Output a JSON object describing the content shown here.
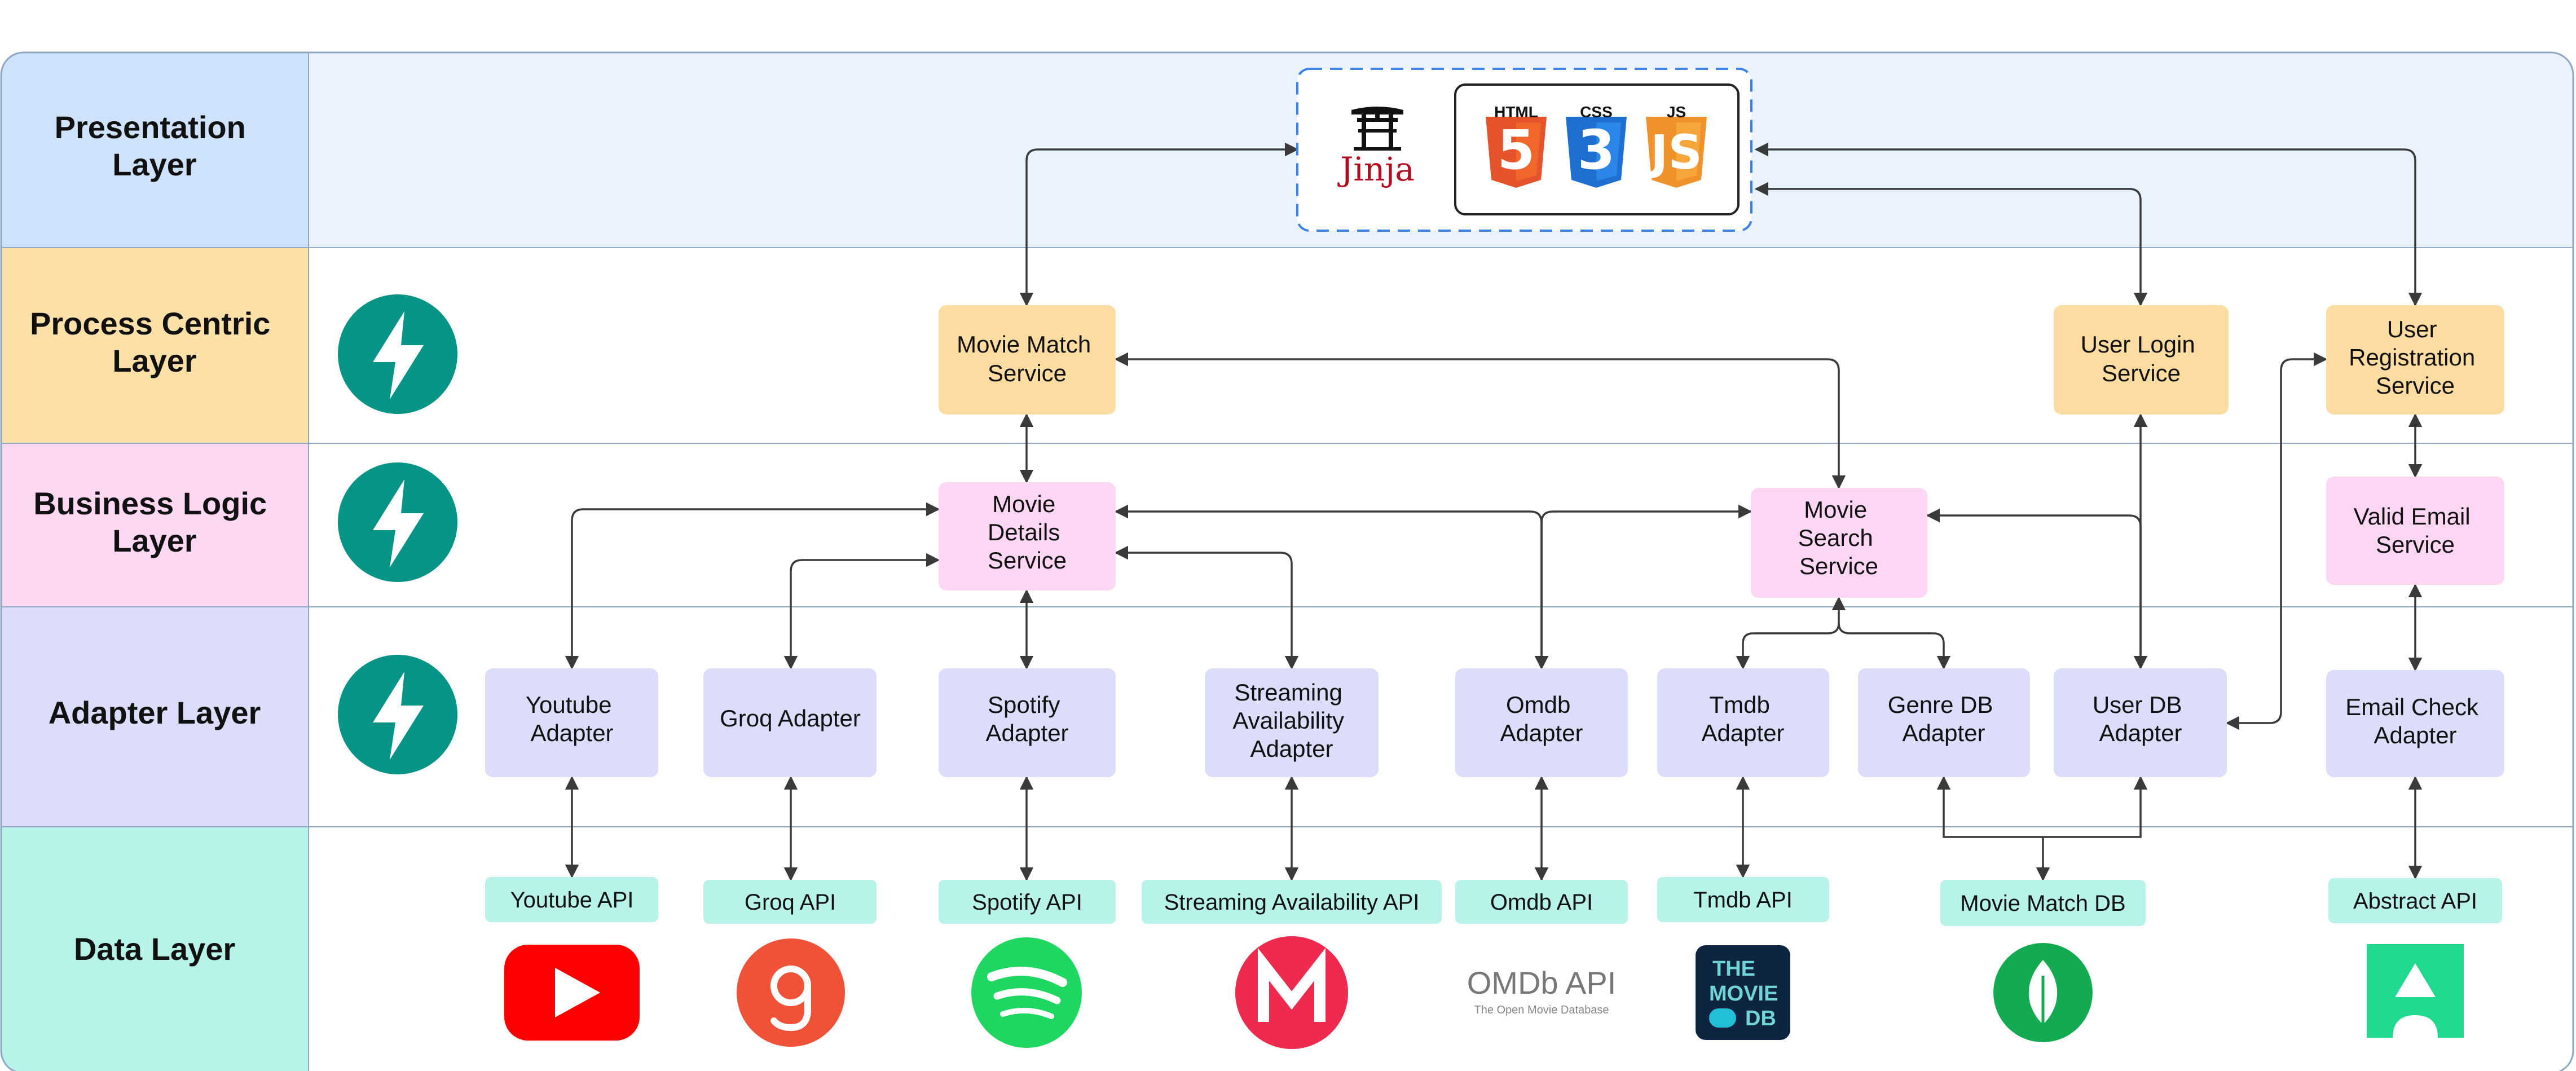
{
  "layers": [
    {
      "id": "presentation",
      "label": "Presentation Layer",
      "lines": [
        "Presentation",
        "Layer"
      ],
      "band_color": "#eaf3fd",
      "label_color": "#cfe2fc"
    },
    {
      "id": "process",
      "label": "Process Centric Layer",
      "lines": [
        "Process Centric",
        "Layer"
      ],
      "band_color": "#ffffff",
      "label_color": "#fde0a8"
    },
    {
      "id": "business",
      "label": "Business Logic Layer",
      "lines": [
        "Business Logic",
        "Layer"
      ],
      "band_color": "#ffffff",
      "label_color": "#fdd8f3"
    },
    {
      "id": "adapter",
      "label": "Adapter Layer",
      "lines": [
        "Adapter Layer"
      ],
      "band_color": "#ffffff",
      "label_color": "#dcdcfb"
    },
    {
      "id": "data",
      "label": "Data Layer",
      "lines": [
        "Data Layer"
      ],
      "band_color": "#ffffff",
      "label_color": "#b8f3ea"
    }
  ],
  "process_boxes": {
    "movie_match": [
      "Movie Match",
      "Service"
    ],
    "user_login": [
      "User Login",
      "Service"
    ],
    "user_registration": [
      "User",
      "Registration",
      "Service"
    ]
  },
  "business_boxes": {
    "movie_details": [
      "Movie",
      "Details",
      "Service"
    ],
    "movie_search": [
      "Movie",
      "Search",
      "Service"
    ],
    "valid_email": [
      "Valid Email",
      "Service"
    ]
  },
  "adapter_boxes": {
    "youtube": [
      "Youtube",
      "Adapter"
    ],
    "groq": [
      "Groq Adapter"
    ],
    "spotify": [
      "Spotify",
      "Adapter"
    ],
    "streaming": [
      "Streaming",
      "Availability",
      "Adapter"
    ],
    "omdb": [
      "Omdb",
      "Adapter"
    ],
    "tmdb": [
      "Tmdb",
      "Adapter"
    ],
    "genre_db": [
      "Genre DB",
      "Adapter"
    ],
    "user_db": [
      "User DB",
      "Adapter"
    ],
    "email_check": [
      "Email Check",
      "Adapter"
    ]
  },
  "data_labels": {
    "youtube_api": "Youtube API",
    "groq_api": "Groq API",
    "spotify_api": "Spotify API",
    "streaming_api": "Streaming Availability API",
    "omdb_api": "Omdb API",
    "tmdb_api": "Tmdb API",
    "movie_match_db": "Movie Match DB",
    "abstract_api": "Abstract API"
  },
  "presentation_logos": {
    "jinja": "Jinja",
    "html": "HTML",
    "css": "CSS",
    "js": "JS"
  },
  "data_logos": {
    "omdb_title": "OMDb API",
    "omdb_subtitle": "The Open Movie Database",
    "tmdb_lines": [
      "THE",
      "MOVIE",
      "DB"
    ]
  },
  "colors": {
    "process_box": "#fcdca0",
    "business_box": "#fcd6f2",
    "adapter_box": "#dcdcfb",
    "data_box": "#b8f3ea",
    "fastapi": "#059486",
    "dashed_border": "#3b82e6",
    "html": "#e5532d",
    "css": "#1f6fd1",
    "js": "#f0922b",
    "jinja": "#b40a1e",
    "youtube": "#fe0000",
    "groq": "#f05237",
    "spotify": "#1ed760",
    "streaming": "#ef2a4f",
    "tmdb": "#0d2541",
    "tmdb_accent": "#22c0d8",
    "mongodb": "#13aa52",
    "abstract": "#1fd98e"
  },
  "icons": {
    "framework": "fastapi-lightning-icon",
    "jinja": "jinja-torii-icon",
    "youtube": "youtube-play-icon",
    "groq": "groq-logo-icon",
    "spotify": "spotify-icon",
    "streaming": "streaming-m-icon",
    "omdb": "omdb-logo",
    "tmdb": "tmdb-logo",
    "mongodb": "mongodb-leaf-icon",
    "abstract": "abstract-api-icon"
  }
}
